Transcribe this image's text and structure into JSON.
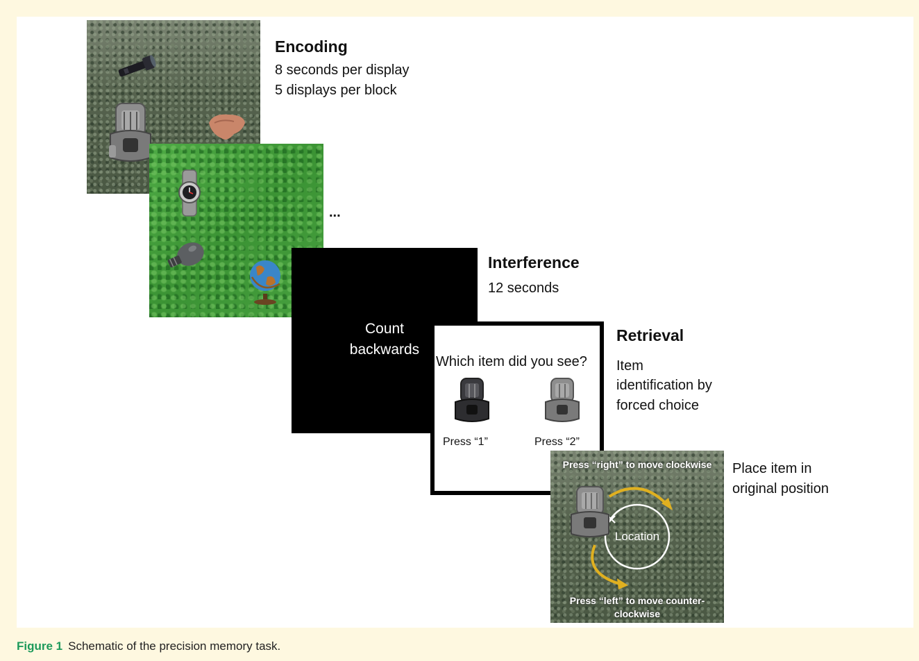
{
  "stages": {
    "encoding": {
      "title": "Encoding",
      "line1": "8 seconds per display",
      "line2": "5 displays per block"
    },
    "ellipsis": "...",
    "interference": {
      "title": "Interference",
      "line1": "12 seconds",
      "screen_line1": "Count",
      "screen_line2": "backwards"
    },
    "retrieval": {
      "title": "Retrieval",
      "line1": "Item",
      "line2": "identification by",
      "line3": "forced choice",
      "question": "Which item did you see?",
      "option1": "Press “1”",
      "option2": "Press “2”"
    },
    "location": {
      "line1": "Place item in",
      "line2": "original position",
      "top_instruction": "Press “right” to move clockwise",
      "bottom_instruction_line1": "Press “left” to move counter-",
      "bottom_instruction_line2": "clockwise",
      "circle_label": "Location"
    }
  },
  "caption": {
    "label": "Figure 1",
    "text": "Schematic of the precision memory task."
  },
  "colors": {
    "page_background": "#fef8e0",
    "caption_label": "#1d9a5b",
    "arrow": "#e0b020"
  },
  "icons": [
    "flashlight-icon",
    "car-seat-icon",
    "liver-icon",
    "watch-icon",
    "light-bulb-icon",
    "globe-icon"
  ]
}
